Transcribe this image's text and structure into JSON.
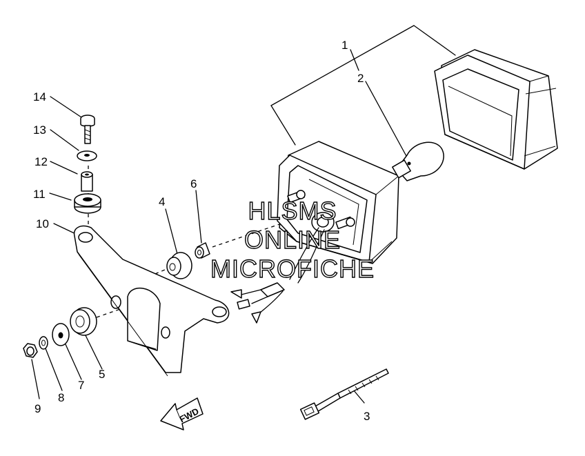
{
  "callouts": {
    "p1": "1",
    "p2": "2",
    "p3": "3",
    "p4": "4",
    "p5": "5",
    "p6": "6",
    "p7": "7",
    "p8": "8",
    "p9": "9",
    "p10": "10",
    "p11": "11",
    "p12": "12",
    "p13": "13",
    "p14": "14"
  },
  "watermark": {
    "line1": "HLSMS",
    "line2": "ONLINE",
    "line3": "MICROFICHE"
  },
  "fwd_arrow": {
    "label": "FWD",
    "icon": "fwd-arrow-icon"
  }
}
